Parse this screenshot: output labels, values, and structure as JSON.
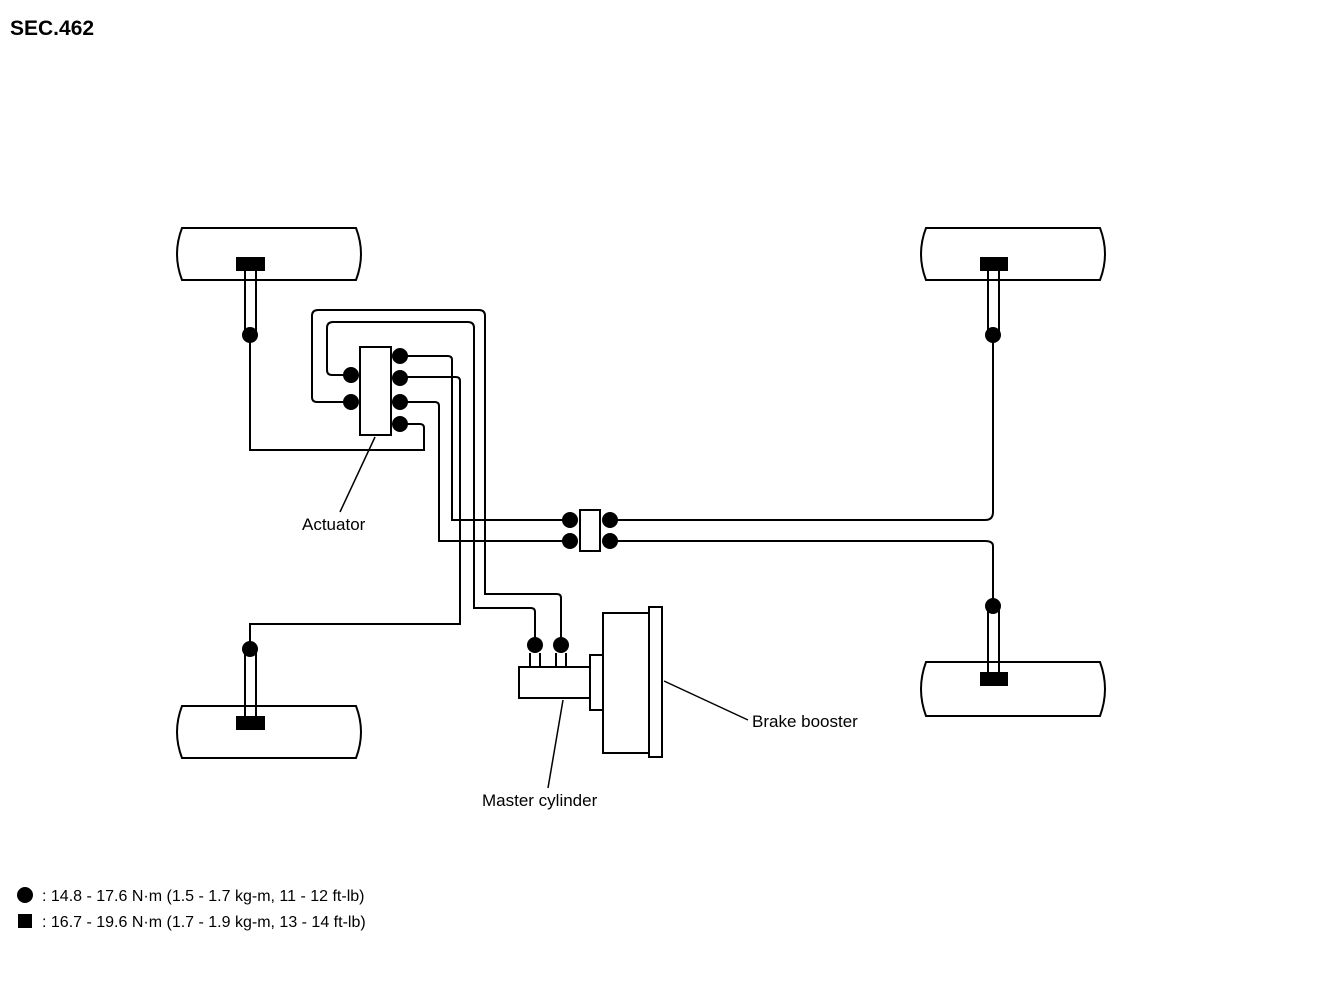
{
  "section": "SEC.462",
  "labels": {
    "actuator": "Actuator",
    "master_cylinder": "Master cylinder",
    "brake_booster": "Brake booster"
  },
  "legend": [
    {
      "symbol": "circle",
      "text": ": 14.8 - 17.6 N·m (1.5 - 1.7 kg-m, 11 - 12 ft-lb)"
    },
    {
      "symbol": "square",
      "text": ": 16.7 - 19.6 N·m (1.7 - 1.9 kg-m, 13 - 14 ft-lb)"
    }
  ]
}
